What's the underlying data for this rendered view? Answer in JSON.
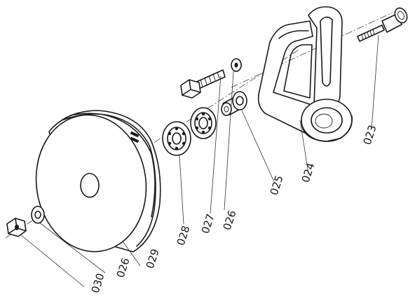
{
  "labels": {
    "p030": "030",
    "p026a": "026",
    "p029": "029",
    "p028": "028",
    "p027": "027",
    "p026b": "026",
    "p025": "025",
    "p024": "024",
    "p023": "023"
  },
  "colors": {
    "ink": "#1a1a1a",
    "paper": "#ffffff"
  }
}
